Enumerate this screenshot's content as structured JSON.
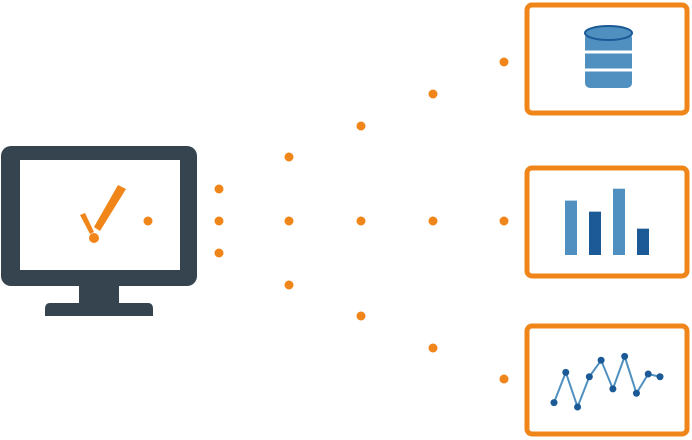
{
  "colors": {
    "accent": "#F0861A",
    "monitor": "#36444F",
    "blue_light": "#4F90C0",
    "blue_dark": "#1B5A97",
    "background": "#FFFFFF"
  },
  "icons": {
    "source": "monitor-icon",
    "targets": [
      "database-icon",
      "bar-chart-icon",
      "line-chart-icon"
    ]
  },
  "bar_chart": {
    "bars": [
      {
        "value": 0.64,
        "tone": "light"
      },
      {
        "value": 0.51,
        "tone": "dark"
      },
      {
        "value": 0.78,
        "tone": "light"
      },
      {
        "value": 0.31,
        "tone": "dark"
      }
    ]
  },
  "line_chart": {
    "points": [
      0.08,
      0.63,
      0.0,
      0.55,
      0.85,
      0.33,
      0.92,
      0.25,
      0.6,
      0.55
    ]
  }
}
